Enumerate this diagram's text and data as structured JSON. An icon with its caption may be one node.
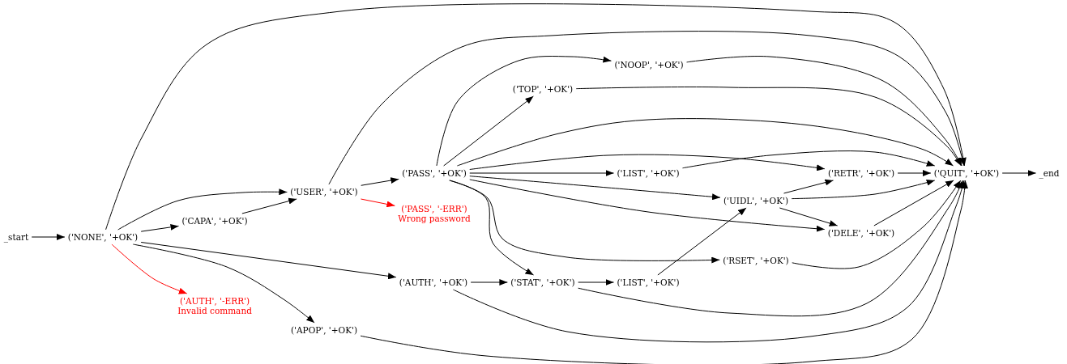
{
  "diagram": {
    "nodes": [
      {
        "text": [
          "_start"
        ]
      },
      {
        "text": [
          "('NONE', '+OK')"
        ]
      },
      {
        "text": [
          "('CAPA', '+OK')"
        ]
      },
      {
        "text": [
          "('USER', '+OK')"
        ]
      },
      {
        "text": [
          "('AUTH', '-ERR')",
          "Invalid command"
        ]
      },
      {
        "text": [
          "('APOP', '+OK')"
        ]
      },
      {
        "text": [
          "('PASS', '+OK')"
        ]
      },
      {
        "text": [
          "('PASS', '-ERR')",
          "Wrong password"
        ]
      },
      {
        "text": [
          "('AUTH', '+OK')"
        ]
      },
      {
        "text": [
          "('NOOP', '+OK')"
        ]
      },
      {
        "text": [
          "('TOP', '+OK')"
        ]
      },
      {
        "text": [
          "('LIST', '+OK')"
        ]
      },
      {
        "text": [
          "('STAT', '+OK')"
        ]
      },
      {
        "text": [
          "('LIST', '+OK')"
        ]
      },
      {
        "text": [
          "('UIDL', '+OK')"
        ]
      },
      {
        "text": [
          "('RSET', '+OK')"
        ]
      },
      {
        "text": [
          "('RETR', '+OK')"
        ]
      },
      {
        "text": [
          "('DELE', '+OK')"
        ]
      },
      {
        "text": [
          "('QUIT', '+OK')"
        ]
      },
      {
        "text": [
          "_end"
        ]
      }
    ],
    "edges": [
      {
        "from": 0,
        "to": 1,
        "arrow": "to"
      },
      {
        "from": 1,
        "to": 18,
        "arrow": "to"
      },
      {
        "from": 1,
        "to": 3,
        "arrow": "to"
      },
      {
        "from": 1,
        "to": 2,
        "arrow": "to"
      },
      {
        "from": 1,
        "to": 4,
        "arrow": "to",
        "color": "#ff0000"
      },
      {
        "from": 1,
        "to": 8,
        "arrow": "to"
      },
      {
        "from": 1,
        "to": 5,
        "arrow": "to"
      },
      {
        "from": 2,
        "to": 3,
        "arrow": "to"
      },
      {
        "from": 3,
        "to": 18,
        "arrow": "to"
      },
      {
        "from": 3,
        "to": 6,
        "arrow": "to"
      },
      {
        "from": 3,
        "to": 7,
        "arrow": "to",
        "color": "#ff0000"
      },
      {
        "from": 6,
        "to": 9,
        "arrow": "to"
      },
      {
        "from": 6,
        "to": 10,
        "arrow": "to"
      },
      {
        "from": 6,
        "to": 18,
        "arrow": "to"
      },
      {
        "from": 6,
        "to": 16,
        "arrow": "to"
      },
      {
        "from": 6,
        "to": 11,
        "arrow": "to"
      },
      {
        "from": 6,
        "to": 14,
        "arrow": "to"
      },
      {
        "from": 6,
        "to": 17,
        "arrow": "to"
      },
      {
        "from": 6,
        "to": 12,
        "arrow": "to"
      },
      {
        "from": 6,
        "to": 15,
        "arrow": "to"
      },
      {
        "from": 9,
        "to": 18,
        "arrow": "to"
      },
      {
        "from": 10,
        "to": 18,
        "arrow": "to"
      },
      {
        "from": 11,
        "to": 18,
        "arrow": "to"
      },
      {
        "from": 16,
        "to": 18,
        "arrow": "to"
      },
      {
        "from": 14,
        "to": 16,
        "arrow": "to"
      },
      {
        "from": 14,
        "to": 18,
        "arrow": "to"
      },
      {
        "from": 14,
        "to": 17,
        "arrow": "to"
      },
      {
        "from": 17,
        "to": 18,
        "arrow": "to"
      },
      {
        "from": 15,
        "to": 18,
        "arrow": "to"
      },
      {
        "from": 8,
        "to": 12,
        "arrow": "to"
      },
      {
        "from": 8,
        "to": 18,
        "arrow": "to"
      },
      {
        "from": 12,
        "to": 13,
        "arrow": "to"
      },
      {
        "from": 12,
        "to": 18,
        "arrow": "to"
      },
      {
        "from": 13,
        "to": 14,
        "arrow": "to"
      },
      {
        "from": 5,
        "to": 18,
        "arrow": "to"
      },
      {
        "from": 18,
        "to": 19,
        "arrow": "to"
      }
    ]
  }
}
